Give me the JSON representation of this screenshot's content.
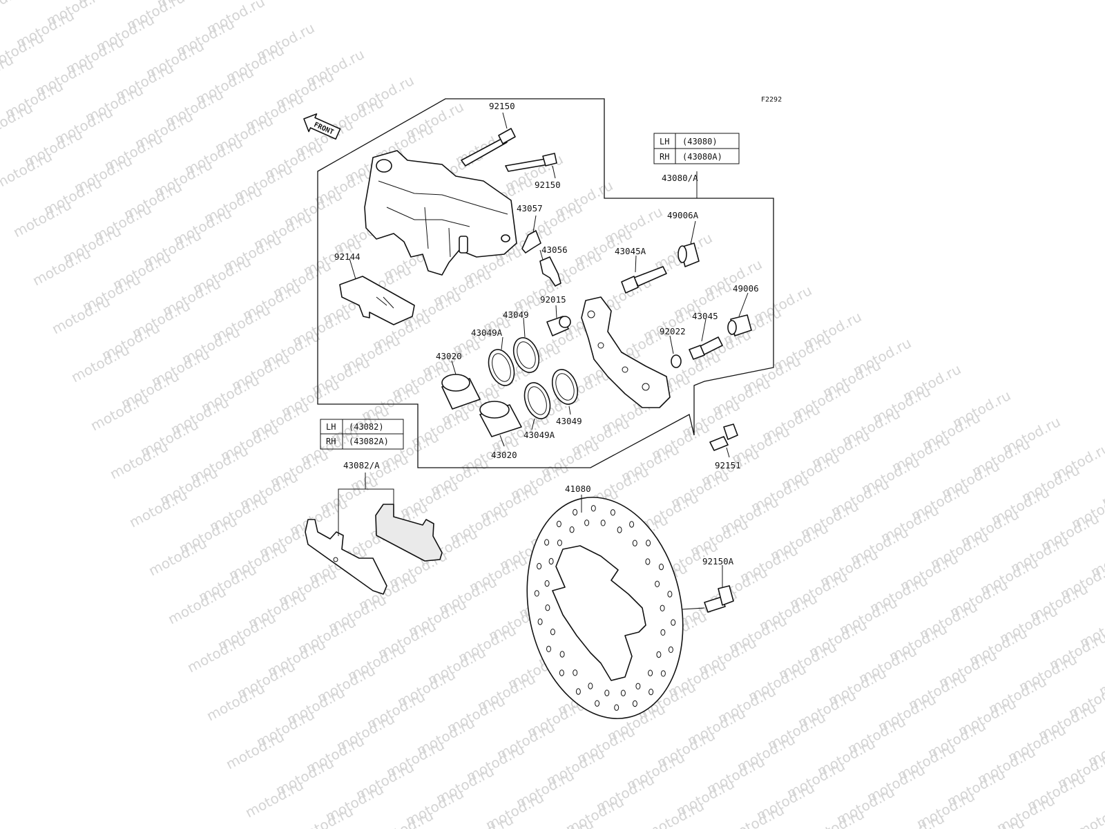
{
  "diagram_code": "F2292",
  "front_label": "FRONT",
  "watermark": "motod.ru",
  "caliper_table": {
    "rows": [
      {
        "side": "LH",
        "code": "(43080)"
      },
      {
        "side": "RH",
        "code": "(43080A)"
      }
    ]
  },
  "pads_table": {
    "rows": [
      {
        "side": "LH",
        "code": "(43082)"
      },
      {
        "side": "RH",
        "code": "(43082A)"
      }
    ]
  },
  "labels": {
    "p92150_top": "92150",
    "p92150_mid": "92150",
    "p43080A": "43080/A",
    "p43057": "43057",
    "p49006A": "49006A",
    "p43056": "43056",
    "p43045A": "43045A",
    "p92144": "92144",
    "p92015": "92015",
    "p49006": "49006",
    "p43049_top": "43049",
    "p43045": "43045",
    "p43049A_top": "43049A",
    "p92022": "92022",
    "p43020_top": "43020",
    "p43049_bottom": "43049",
    "p43049A_bottom": "43049A",
    "p43020_bottom": "43020",
    "p92151": "92151",
    "p43082A": "43082/A",
    "p41080": "41080",
    "p92150A": "92150A"
  }
}
